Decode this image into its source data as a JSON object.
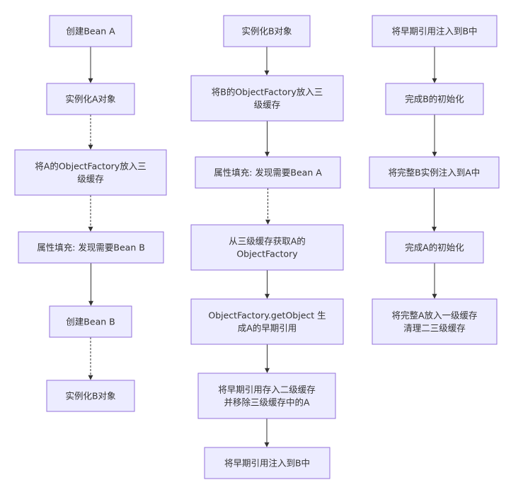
{
  "colors": {
    "node_fill": "#ECECFF",
    "node_border": "#9370DB",
    "edge": "#333333",
    "text": "#333333"
  },
  "columns": [
    {
      "id": "col-a",
      "nodes": [
        {
          "id": "a1",
          "lines": [
            "创建Bean A"
          ]
        },
        {
          "id": "a2",
          "lines": [
            "实例化A对象"
          ]
        },
        {
          "id": "a3",
          "lines": [
            "将A的ObjectFactory放入三",
            "级缓存"
          ]
        },
        {
          "id": "a4",
          "lines": [
            "属性填充: 发现需要Bean B"
          ]
        },
        {
          "id": "a5",
          "lines": [
            "创建Bean B"
          ]
        },
        {
          "id": "a6",
          "lines": [
            "实例化B对象"
          ]
        }
      ]
    },
    {
      "id": "col-b",
      "nodes": [
        {
          "id": "b1",
          "lines": [
            "实例化B对象"
          ]
        },
        {
          "id": "b2",
          "lines": [
            "将B的ObjectFactory放入三",
            "级缓存"
          ]
        },
        {
          "id": "b3",
          "lines": [
            "属性填充: 发现需要Bean A"
          ]
        },
        {
          "id": "b4",
          "lines": [
            "从三级缓存获取A的",
            "ObjectFactory"
          ]
        },
        {
          "id": "b5",
          "lines": [
            "ObjectFactory.getObject 生",
            "成A的早期引用"
          ]
        },
        {
          "id": "b6",
          "lines": [
            "将早期引用存入二级缓存",
            "并移除三级缓存中的A"
          ]
        },
        {
          "id": "b7",
          "lines": [
            "将早期引用注入到B中"
          ]
        }
      ]
    },
    {
      "id": "col-c",
      "nodes": [
        {
          "id": "c1",
          "lines": [
            "将早期引用注入到B中"
          ]
        },
        {
          "id": "c2",
          "lines": [
            "完成B的初始化"
          ]
        },
        {
          "id": "c3",
          "lines": [
            "将完整B实例注入到A中"
          ]
        },
        {
          "id": "c4",
          "lines": [
            "完成A的初始化"
          ]
        },
        {
          "id": "c5",
          "lines": [
            "将完整A放入一级缓存",
            "清理二三级缓存"
          ]
        }
      ]
    }
  ],
  "edges": [
    {
      "from": "a1",
      "to": "a2",
      "style": "solid"
    },
    {
      "from": "a2",
      "to": "a3",
      "style": "dashed"
    },
    {
      "from": "a3",
      "to": "a4",
      "style": "dashed"
    },
    {
      "from": "a4",
      "to": "a5",
      "style": "solid"
    },
    {
      "from": "a5",
      "to": "a6",
      "style": "dashed"
    },
    {
      "from": "b1",
      "to": "b2",
      "style": "solid"
    },
    {
      "from": "b2",
      "to": "b3",
      "style": "solid"
    },
    {
      "from": "b3",
      "to": "b4",
      "style": "dashed"
    },
    {
      "from": "b4",
      "to": "b5",
      "style": "solid"
    },
    {
      "from": "b5",
      "to": "b6",
      "style": "solid"
    },
    {
      "from": "b6",
      "to": "b7",
      "style": "solid"
    },
    {
      "from": "c1",
      "to": "c2",
      "style": "solid"
    },
    {
      "from": "c2",
      "to": "c3",
      "style": "solid"
    },
    {
      "from": "c3",
      "to": "c4",
      "style": "solid"
    },
    {
      "from": "c4",
      "to": "c5",
      "style": "solid"
    }
  ]
}
